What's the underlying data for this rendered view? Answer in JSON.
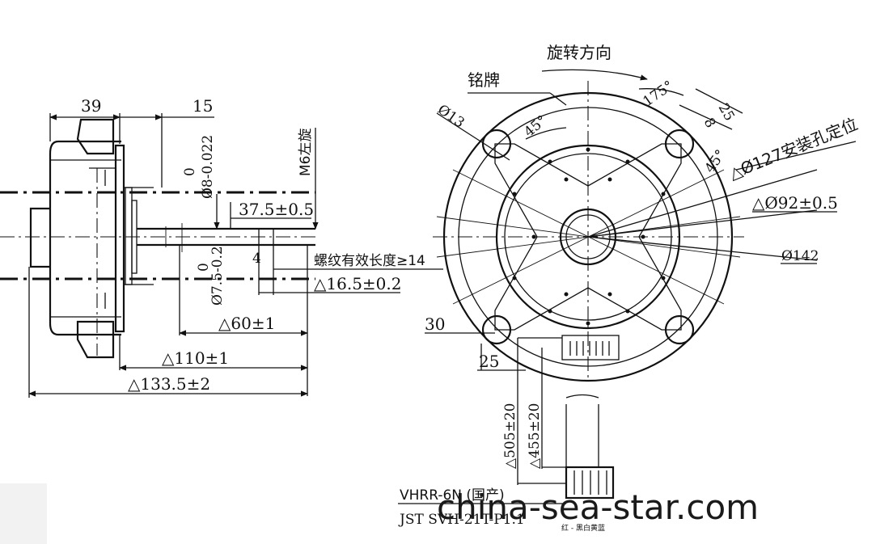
{
  "side_view": {
    "dim_39": "39",
    "dim_15": "15",
    "shaft_tol": "Ø8-0.022",
    "shaft_tol_zero": "0",
    "thread": "M6左旋",
    "dim_37_5": "37.5±0.5",
    "dim_4": "4",
    "thread_len": "螺纹有效长度≥14",
    "dim_16_5": "△16.5±0.2",
    "dim_7_5": "Ø7.5-0.2",
    "dim_7_5_zero": "0",
    "dim_60": "△60±1",
    "dim_110": "△110±1",
    "dim_133_5": "△133.5±2"
  },
  "front_view": {
    "rotation": "旋转方向",
    "nameplate": "铭牌",
    "angle_175": "175°",
    "dim_25_top": "25",
    "dim_8": "8",
    "dim_13": "Ø13",
    "angle_45a": "45°",
    "angle_45b": "45°",
    "dim_127": "△Ø127安装孔定位",
    "dim_92": "△Ø92±0.5",
    "dim_142": "Ø142",
    "dim_30": "30",
    "dim_25_bottom": "25"
  },
  "cable": {
    "dim_505": "△505±20",
    "dim_455": "△455±20",
    "connector_1": "VHRR-6N (国产)",
    "connector_2": "JST SVH-21T-P1.1",
    "wire_colors": "红 - 黑白黄蓝"
  },
  "watermark": "china-sea-star.com"
}
